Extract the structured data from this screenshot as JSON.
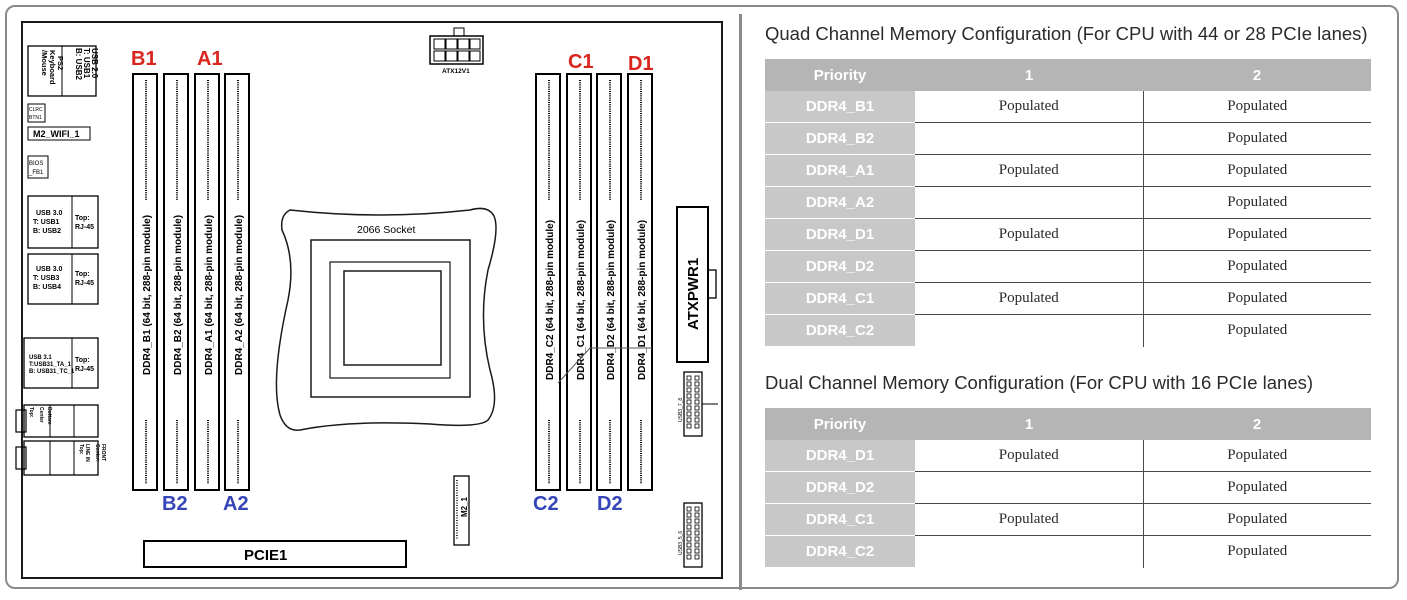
{
  "board": {
    "slot_top_labels": [
      "B1",
      "A1",
      "C1",
      "D1"
    ],
    "slot_bottom_labels": [
      "B2",
      "A2",
      "C2",
      "D2"
    ],
    "label_colors": {
      "top": "#d9251d",
      "bottom": "#3645b8"
    },
    "slot_labels": [
      "DDR4_B1 (64 bit, 288-pin module)",
      "DDR4_B2 (64 bit, 288-pin module)",
      "DDR4_A1 (64 bit, 288-pin module)",
      "DDR4_A2 (64 bit, 288-pin module)",
      "DDR4_C2 (64 bit, 288-pin module)",
      "DDR4_C1 (64 bit, 288-pin module)",
      "DDR4_D2 (64 bit, 288-pin module)",
      "DDR4_D1 (64 bit, 288-pin module)"
    ],
    "socket_label": "2066 Socket",
    "atx12v_label": "ATX12V1",
    "atxpwr_label": "ATXPWR1",
    "pcie_label": "PCIE1",
    "m2_label": "M2_1",
    "usb37_label": "USB3_7_8",
    "usb35_label": "USB3_5_6",
    "m2wifi_label": "M2_WIFI_1",
    "io_labels": {
      "usb20": [
        "USB 2.0",
        "T: USB1",
        "B: USB2"
      ],
      "ps2": [
        "PS2",
        "Keyboard",
        "/Mouse"
      ],
      "clrc": [
        "CLRC",
        "BTN1"
      ],
      "bios": [
        "BIOS",
        "_FB1"
      ],
      "usb30a": [
        "USB 3.0",
        "T: USB1",
        "B: USB2"
      ],
      "usb30b": [
        "USB 3.0",
        "T: USB3",
        "B: USB4"
      ],
      "rj45": [
        "Top:",
        "RJ-45"
      ],
      "usb31": [
        "USB 3.1",
        "T:USB31_TA_1",
        "B: USB31_TC_1"
      ],
      "audio1": [
        "Top:",
        "Center",
        "Bottom"
      ],
      "audio2": [
        "Top:",
        "LINE IN",
        "Center:",
        "FRONT"
      ]
    }
  },
  "quad": {
    "title": "Quad Channel Memory Configuration  (For CPU with 44 or  28 PCIe lanes)",
    "header": [
      "Priority",
      "1",
      "2"
    ],
    "rows": [
      [
        "DDR4_B1",
        "Populated",
        "Populated"
      ],
      [
        "DDR4_B2",
        "",
        "Populated"
      ],
      [
        "DDR4_A1",
        "Populated",
        "Populated"
      ],
      [
        "DDR4_A2",
        "",
        "Populated"
      ],
      [
        "DDR4_D1",
        "Populated",
        "Populated"
      ],
      [
        "DDR4_D2",
        "",
        "Populated"
      ],
      [
        "DDR4_C1",
        "Populated",
        "Populated"
      ],
      [
        "DDR4_C2",
        "",
        "Populated"
      ]
    ]
  },
  "dual": {
    "title": "Dual Channel Memory Configuration  (For CPU with 16 PCIe lanes)",
    "header": [
      "Priority",
      "1",
      "2"
    ],
    "rows": [
      [
        "DDR4_D1",
        "Populated",
        "Populated"
      ],
      [
        "DDR4_D2",
        "",
        "Populated"
      ],
      [
        "DDR4_C1",
        "Populated",
        "Populated"
      ],
      [
        "DDR4_C2",
        "",
        "Populated"
      ]
    ]
  }
}
